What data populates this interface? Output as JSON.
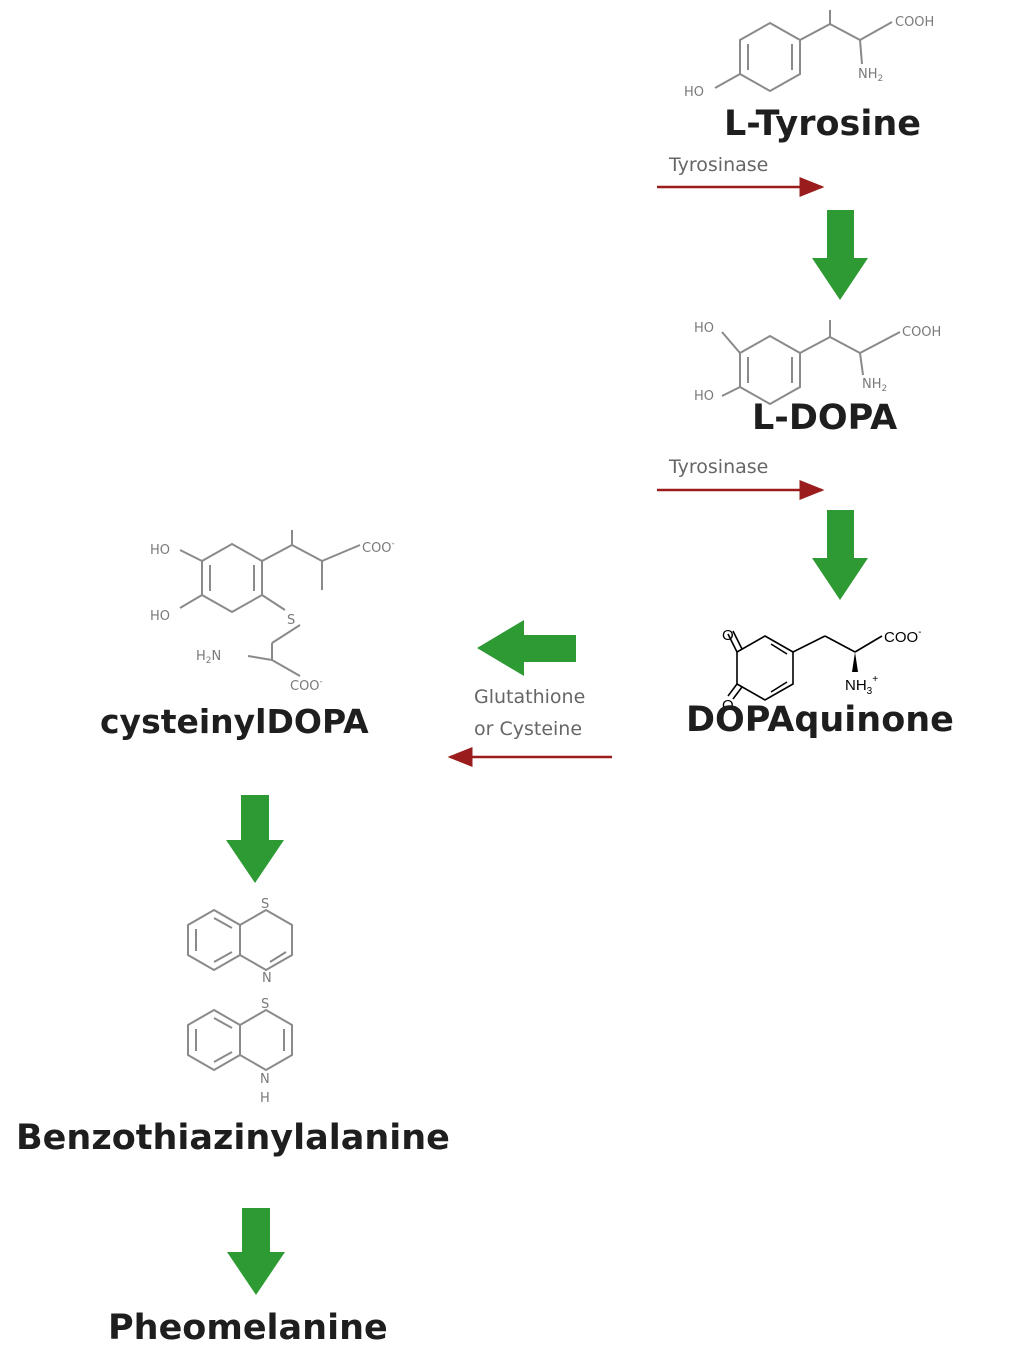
{
  "compounds": {
    "tyrosine": "L-Tyrosine",
    "dopa": "L-DOPA",
    "dopaquinone": "DOPAquinone",
    "cysteinyldopa": "cysteinylDOPA",
    "benzothiazinylalanine": "Benzothiazinylalanine",
    "pheomelanine": "Pheomelanine"
  },
  "enzymes": {
    "step1": "Tyrosinase",
    "step2": "Tyrosinase",
    "step3_line1": "Glutathione",
    "step3_line2": "or Cysteine"
  },
  "atoms": {
    "ho": "HO",
    "o": "O",
    "cooh": "COOH",
    "coo": "COO",
    "nh2": "NH",
    "h2n": "H",
    "nh3": "NH",
    "s": "S",
    "n": "N",
    "h": "H",
    "minus": "-",
    "plus": "+",
    "sub2": "2",
    "sub3": "3"
  },
  "colors": {
    "flow_arrow": "#2e9a34",
    "reaction_arrow": "#9b1c1c",
    "label": "#1e1e1e",
    "structure": "#8a8a8a"
  }
}
